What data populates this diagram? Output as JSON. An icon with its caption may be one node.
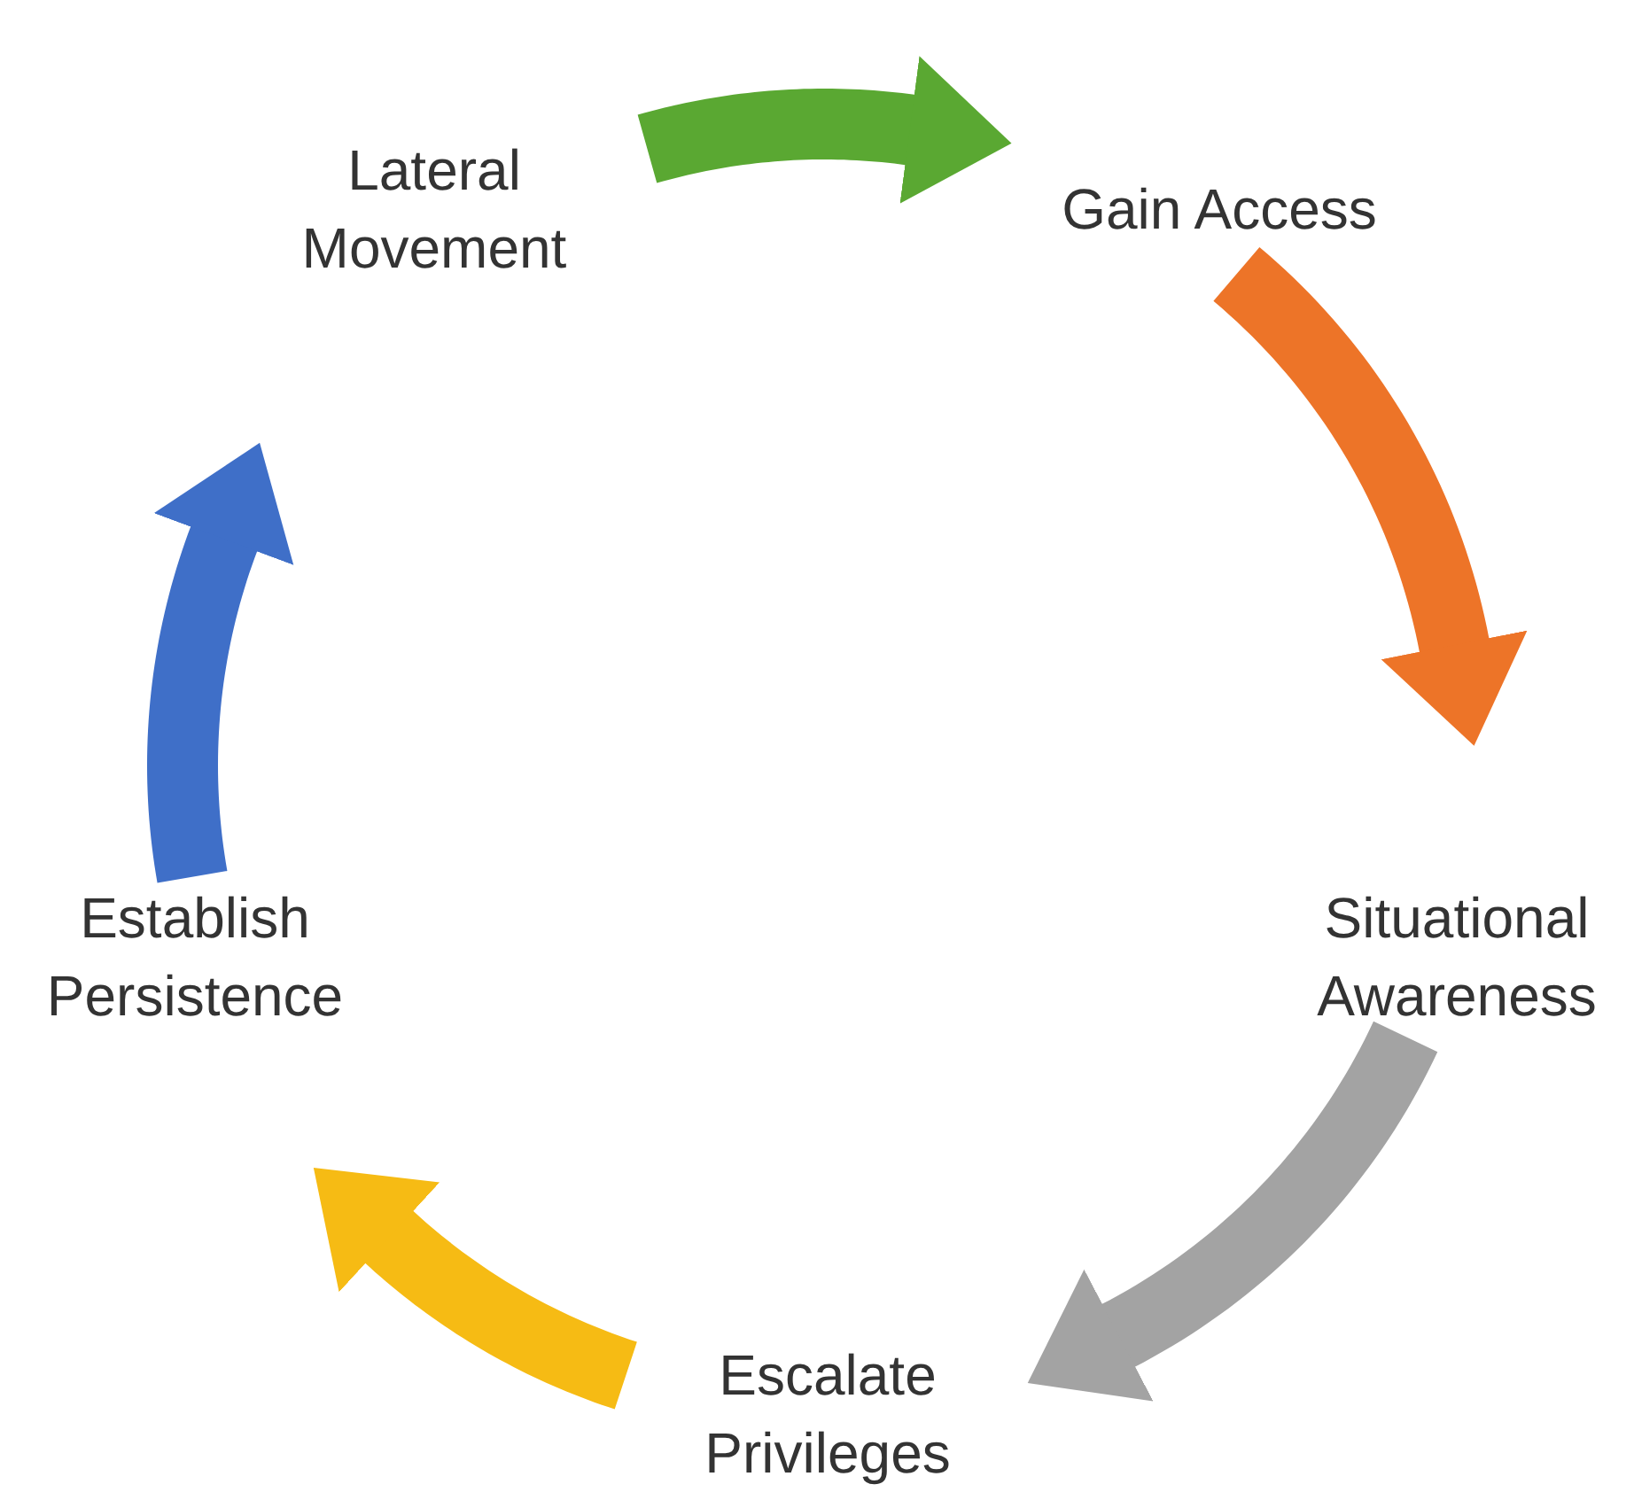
{
  "diagram": {
    "nodes": [
      {
        "text": [
          "Lateral Movement"
        ]
      },
      {
        "text": [
          "Gain Access"
        ]
      },
      {
        "text": [
          "Situational Awareness"
        ]
      },
      {
        "text": [
          "Escalate Privileges"
        ]
      },
      {
        "text": [
          "Establish Persistence"
        ]
      }
    ],
    "edges": [
      {
        "from": 0,
        "to": 1,
        "arrow": "to",
        "color": "#5aa832"
      },
      {
        "from": 1,
        "to": 2,
        "arrow": "to",
        "color": "#ed7428"
      },
      {
        "from": 2,
        "to": 3,
        "arrow": "to",
        "color": "#a3a3a3"
      },
      {
        "from": 3,
        "to": 4,
        "arrow": "to",
        "color": "#f6bb14"
      },
      {
        "from": 4,
        "to": 0,
        "arrow": "to",
        "color": "#3f6fc8"
      }
    ]
  }
}
